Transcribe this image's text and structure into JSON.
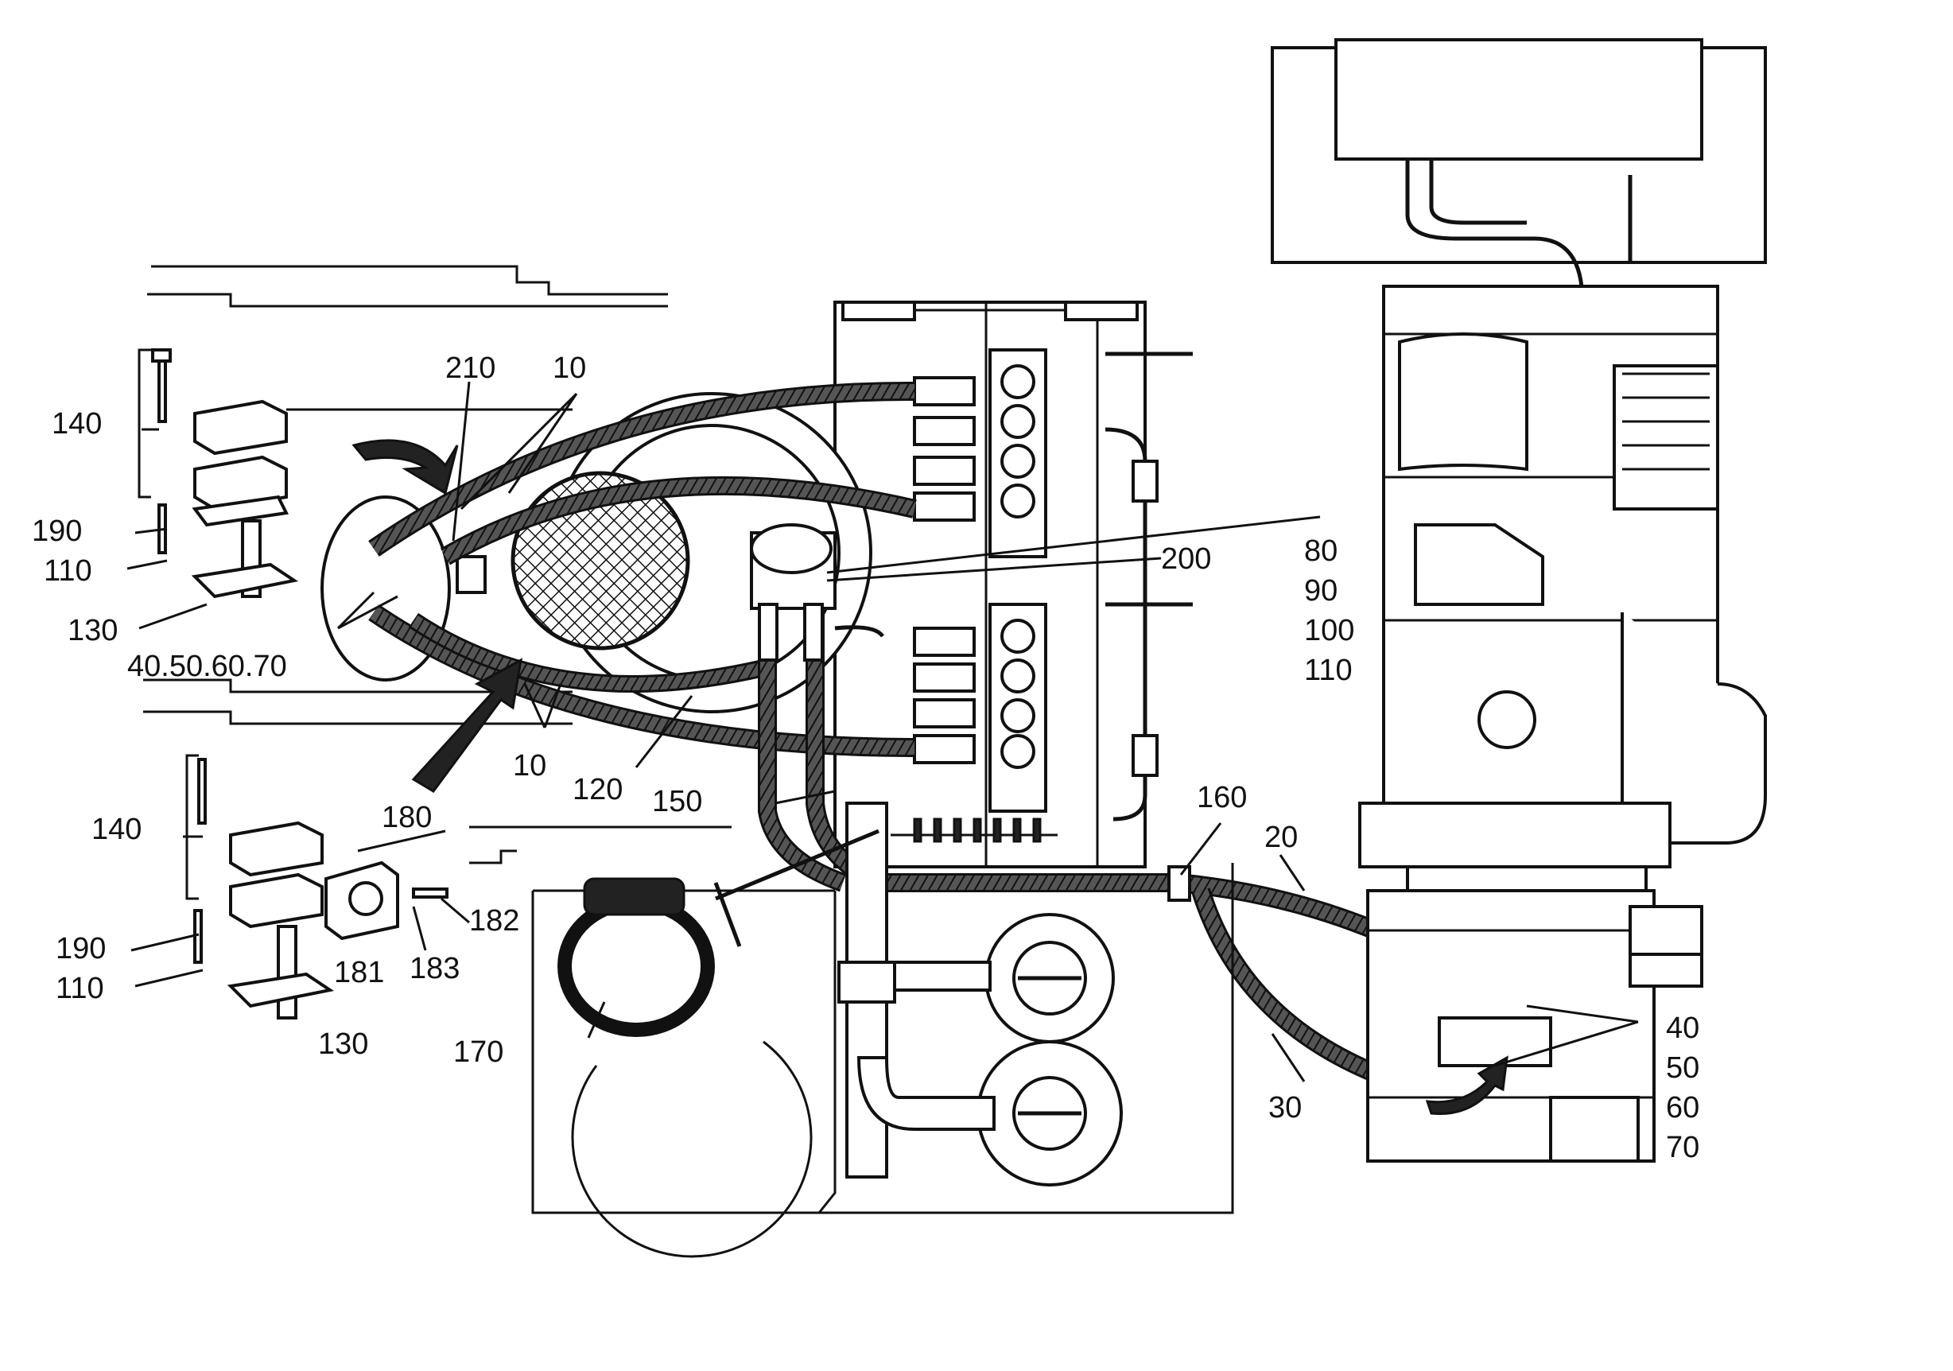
{
  "labels": {
    "l210": "210",
    "l10a": "10",
    "l10b": "10",
    "l140a": "140",
    "l140b": "140",
    "l190a": "190",
    "l190b": "190",
    "l110a": "110",
    "l110b": "110",
    "l130a": "130",
    "l130b": "130",
    "l40_70_left": "40.50.60.70",
    "l120": "120",
    "l150": "150",
    "l180": "180",
    "l181": "181",
    "l182": "182",
    "l183": "183",
    "l170": "170",
    "l160": "160",
    "l20": "20",
    "l30": "30",
    "l200": "200",
    "l80": "80",
    "l90": "90",
    "l100": "100",
    "l110c": "110",
    "l40": "40",
    "l50": "50",
    "l60": "60",
    "l70": "70"
  },
  "colors": {
    "ink": "#111111",
    "hose_fill": "#444444",
    "paper": "#ffffff"
  }
}
